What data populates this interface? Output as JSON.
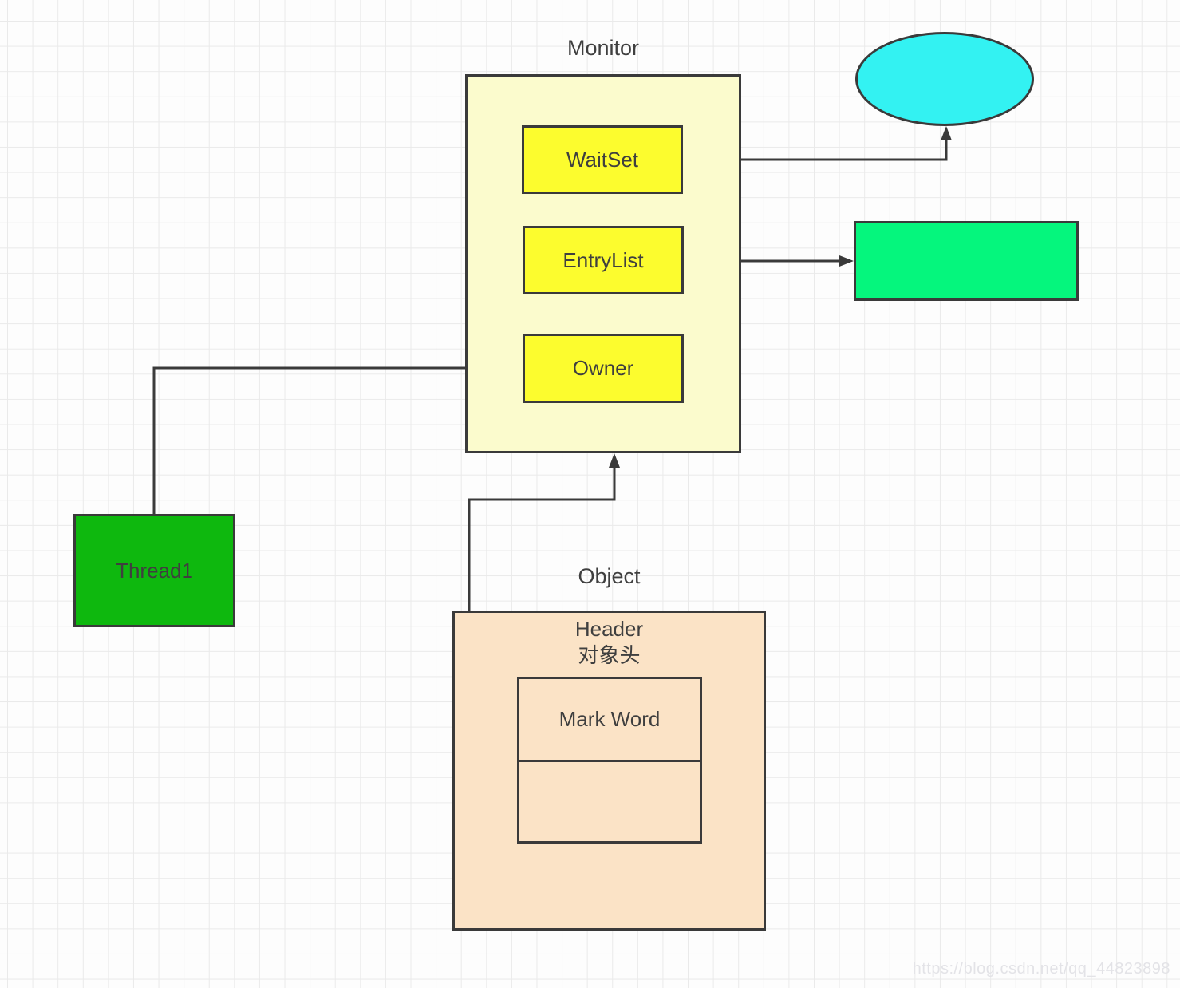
{
  "colors": {
    "line": "#3a3a3a",
    "text": "#3f3f3f",
    "monitor_fill": "#fbfbcd",
    "item_yellow": "#fcfc2e",
    "thread_green": "#0eb80e",
    "entry_green": "#05f67d",
    "wait_cyan": "#33f2f2",
    "object_fill": "#fbe3c6",
    "watermark_gray": "#e3e3e7"
  },
  "monitor": {
    "title": "Monitor",
    "items": [
      {
        "label": "WaitSet"
      },
      {
        "label": "EntryList"
      },
      {
        "label": "Owner"
      }
    ]
  },
  "thread": {
    "label": "Thread1"
  },
  "object": {
    "title": "Object",
    "header_en": "Header",
    "header_zh": "对象头",
    "mark_word": "Mark Word"
  },
  "watermark": "https://blog.csdn.net/qq_44823898"
}
